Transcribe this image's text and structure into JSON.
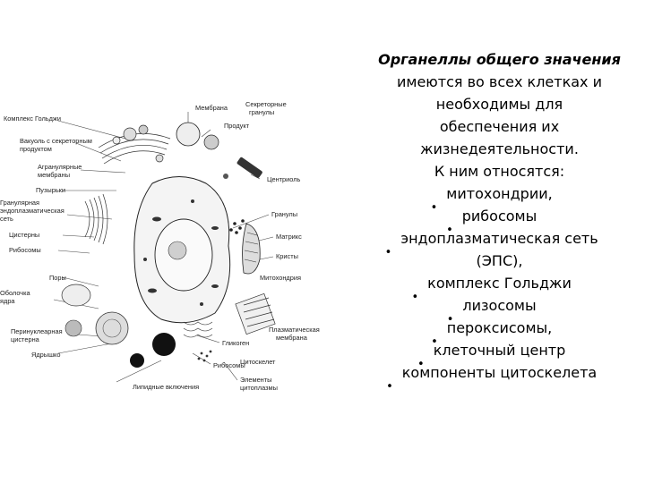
{
  "diagram": {
    "labels": {
      "golgi": "Комплекс Гольджи",
      "vacuole": "Вакуоль с секреторным",
      "vacuole2": "продуктом",
      "agranular": "Агранулярные",
      "agranular2": "мембраны",
      "vesicles": "Пузырьки",
      "granular": "Гранулярная",
      "granular2": "эндоплазматическая",
      "granular3": "сеть",
      "cisterns": "Цистерны",
      "ribosomes": "Рибосомы",
      "pores": "Поры",
      "envelope": "Оболочка",
      "envelope2": "ядра",
      "perinuclear": "Перинуклеарная",
      "perinuclear2": "цистерна",
      "nucleolus": "Ядрышко",
      "lipid": "Липидные включения",
      "membrane": "Мембрана",
      "secretory": "Секреторные",
      "secretory2": "гранулы",
      "product": "Продукт",
      "centriole": "Центриоль",
      "granules": "Гранулы",
      "matrix": "Матрикс",
      "cristae": "Кристы",
      "mitochondrion": "Митохондрия",
      "plasma": "Плазматическая",
      "plasma2": "мембрана",
      "glycogen": "Гликоген",
      "ribosomes2": "Рибосомы",
      "cytoskeleton": "Цитоскелет",
      "elements": "Элементы",
      "elements2": "цитоплазмы"
    }
  },
  "text": {
    "title": "Органеллы общего значения",
    "lines": [
      "имеются во всех клетках и",
      "необходимы для",
      "обеспечения их",
      "жизнедеятельности.",
      "К ним относятся:"
    ],
    "items": [
      "митохондрии,",
      "рибосомы",
      "эндоплазматическая сеть",
      "(ЭПС),",
      "комплекс Гольджи",
      "лизосомы",
      "пероксисомы,",
      "клеточный центр",
      "компоненты цитоскелета"
    ],
    "item_bullets": [
      true,
      true,
      true,
      false,
      true,
      true,
      true,
      true,
      true
    ]
  }
}
